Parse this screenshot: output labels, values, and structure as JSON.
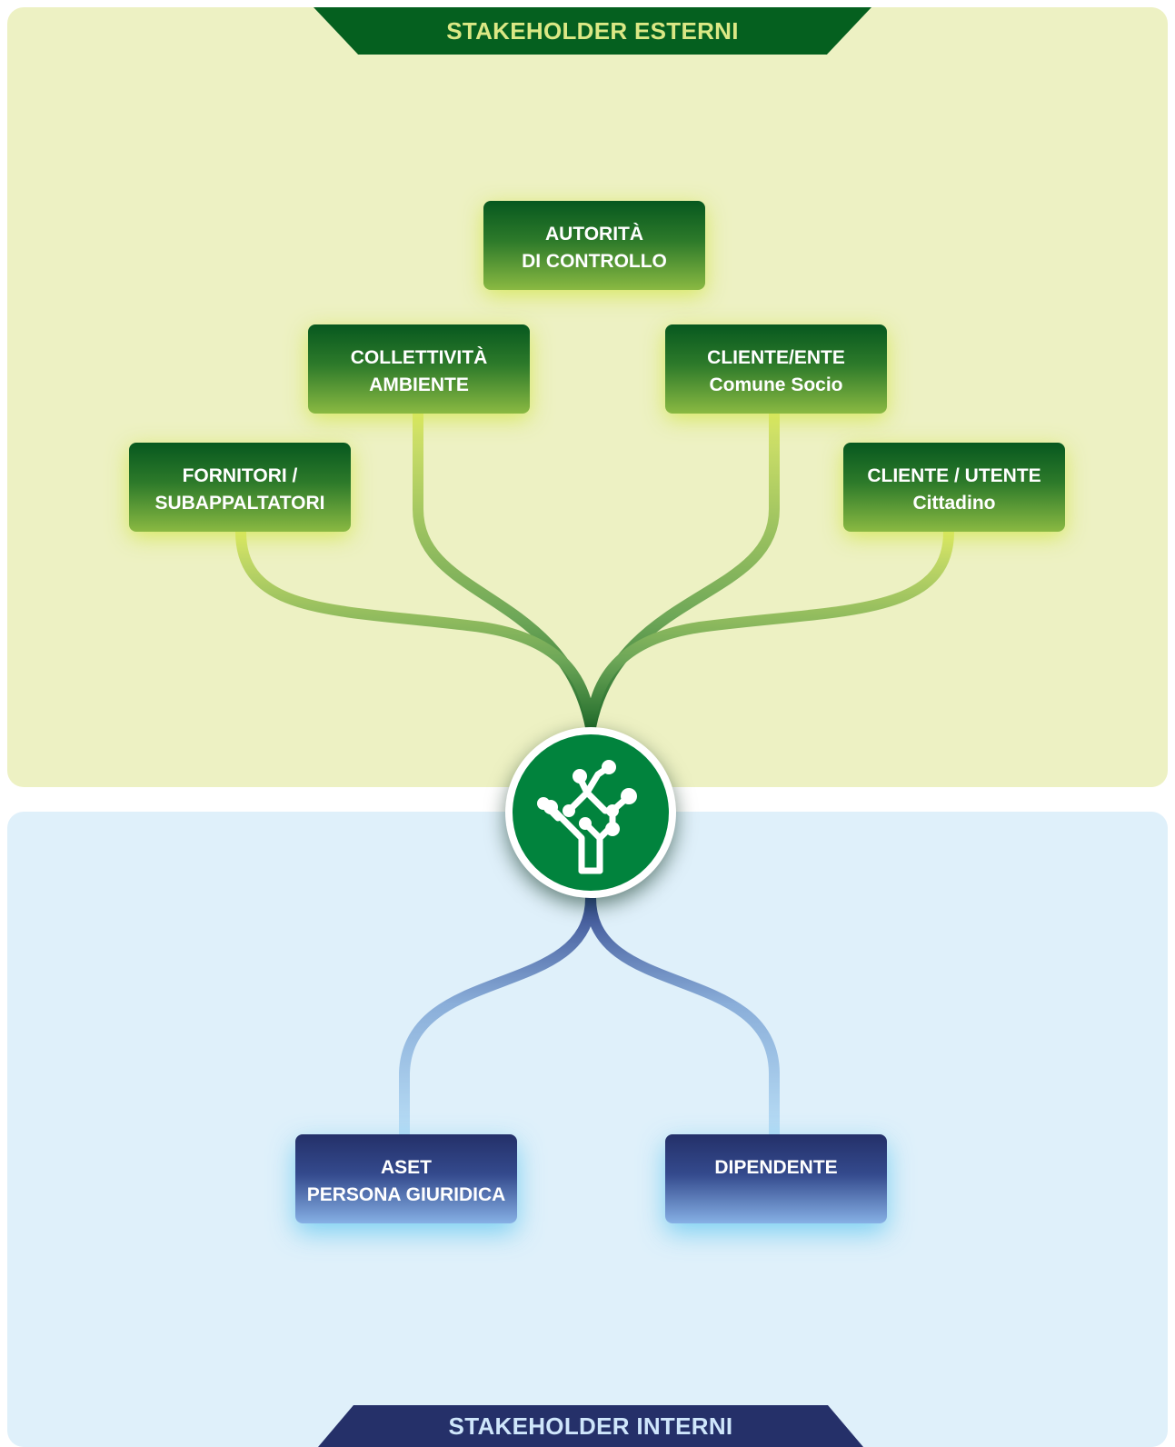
{
  "header": {
    "title": "STAKEHOLDER ESTERNI"
  },
  "footer": {
    "title": "STAKEHOLDER INTERNI"
  },
  "external": [
    {
      "line1": "AUTORITÀ",
      "line2": "DI CONTROLLO"
    },
    {
      "line1": "COLLETTIVITÀ",
      "line2": "AMBIENTE"
    },
    {
      "line1": "CLIENTE/ENTE",
      "line2": "Comune Socio"
    },
    {
      "line1": "FORNITORI /",
      "line2": "SUBAPPALTATORI"
    },
    {
      "line1": "CLIENTE / UTENTE",
      "line2": "Cittadino"
    }
  ],
  "internal": [
    {
      "line1": "ASET",
      "line2": "PERSONA GIURIDICA"
    },
    {
      "line1": "DIPENDENTE"
    }
  ],
  "hub": {
    "icon": "tree-network-icon"
  },
  "colors": {
    "external_panel": "#edf1c3",
    "internal_panel": "#dff0fa",
    "green_dark": "#05601f",
    "blue_dark": "#253069",
    "hub_green": "#01833d"
  }
}
